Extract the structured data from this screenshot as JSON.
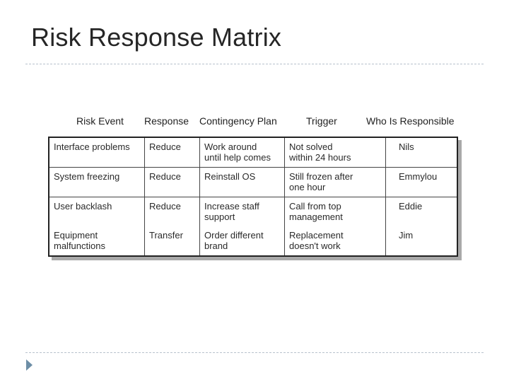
{
  "slide": {
    "title": "Risk Response Matrix"
  },
  "table": {
    "headers": [
      "Risk Event",
      "Response",
      "Contingency Plan",
      "Trigger",
      "Who Is Responsible"
    ],
    "rows": [
      {
        "risk_event": [
          "Interface problems"
        ],
        "response": [
          "Reduce"
        ],
        "contingency_plan": [
          "Work around",
          "until help comes"
        ],
        "trigger": [
          "Not solved",
          "within 24 hours"
        ],
        "responsible": [
          "Nils"
        ]
      },
      {
        "risk_event": [
          "System freezing"
        ],
        "response": [
          "Reduce"
        ],
        "contingency_plan": [
          "Reinstall OS"
        ],
        "trigger": [
          "Still frozen after",
          "one hour"
        ],
        "responsible": [
          "Emmylou"
        ]
      },
      {
        "risk_event": [
          "User backlash"
        ],
        "response": [
          "Reduce"
        ],
        "contingency_plan": [
          "Increase staff",
          "support"
        ],
        "trigger": [
          "Call from top",
          "management"
        ],
        "responsible": [
          "Eddie"
        ]
      },
      {
        "risk_event": [
          "Equipment",
          "malfunctions"
        ],
        "response": [
          "Transfer"
        ],
        "contingency_plan": [
          "Order different",
          "brand"
        ],
        "trigger": [
          "Replacement",
          "doesn't work"
        ],
        "responsible": [
          "Jim"
        ]
      }
    ]
  },
  "colors": {
    "divider": "#b8c2cc",
    "bullet_arrow": "#6d8ea6",
    "table_shadow": "#a9a9a9"
  }
}
